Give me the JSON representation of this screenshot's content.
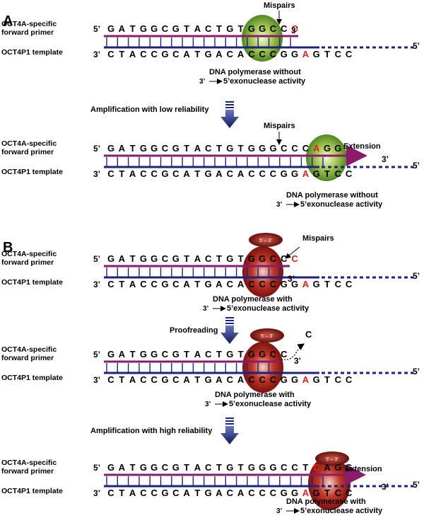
{
  "colors": {
    "primer": "#8b1a6b",
    "template": "#1a237e",
    "mismatch": "#e02020",
    "arrow": "#1a237e",
    "polymerase_green": "#4c8a1e",
    "polymerase_red": "#8c1010"
  },
  "icons": [
    "down-arrow-icon",
    "polymerase-green-icon",
    "polymerase-red-icon",
    "exonuclease-cap-icon"
  ],
  "panels": {
    "a": {
      "letter": "A",
      "step1": {
        "primer_label_1": "OCT4A-specific",
        "primer_label_2": "forward primer",
        "template_label": "OCT4P1 template",
        "primer_5": "5’",
        "primer_seq": "GATGGCGTACTGTGGCCC",
        "primer_3": "3’",
        "template_3": "3’",
        "template_seq": "CTACCGCATGACACCCGGAGTCC",
        "template_5": "5’",
        "mispairs": "Mispairs",
        "enzyme_1": "DNA polymerase without",
        "enzyme_2_a": "3’",
        "enzyme_2_b": "5’exonuclease activity"
      },
      "transition": "Amplification with low reliability",
      "step2": {
        "primer_label_1": "OCT4A-specific",
        "primer_label_2": "forward primer",
        "template_label": "OCT4P1 template",
        "primer_5": "5’",
        "primer_seq": "GATGGCGTACTGTGGGCCCAGG",
        "primer_3": "3’",
        "template_3": "3’",
        "template_seq": "CTACCGCATGACACCCGGAGTCC",
        "template_5": "5’",
        "mispairs": "Mispairs",
        "extension": "Extension",
        "enzyme_1": "DNA polymerase without",
        "enzyme_2_a": "3’",
        "enzyme_2_b": "5’exonuclease activity"
      }
    },
    "b": {
      "letter": "B",
      "step1": {
        "primer_label_1": "OCT4A-specific",
        "primer_label_2": "forward primer",
        "template_label": "OCT4P1 template",
        "primer_5": "5’",
        "primer_seq": "GATGGCGTACTGTGGCCC",
        "primer_3": "3’",
        "template_3": "3’",
        "template_seq": "CTACCGCATGACACCCGGAGTCC",
        "template_5": "5’",
        "mispairs": "Mispairs",
        "enzyme_1": "DNA polymerase with",
        "enzyme_2_a": "3’",
        "enzyme_2_b": "5’exonuclease activity"
      },
      "transition1": "Proofreading",
      "step2": {
        "primer_label_1": "OCT4A-specific",
        "primer_label_2": "forward primer",
        "template_label": "OCT4P1 template",
        "primer_5": "5’",
        "primer_seq": "GATGGCGTACTGTGGCC",
        "primer_3": "3’",
        "removed_base": "C",
        "template_3": "3’",
        "template_seq": "CTACCGCATGACACCCGGAGTCC",
        "template_5": "5’",
        "enzyme_1": "DNA polymerase with",
        "enzyme_2_a": "3’",
        "enzyme_2_b": "5’exonuclease activity"
      },
      "transition2": "Amplification with high reliability",
      "step3": {
        "primer_label_1": "OCT4A-specific",
        "primer_label_2": "forward primer",
        "template_label": "OCT4P1 template",
        "primer_5": "5’",
        "primer_seq": "GATGGCGTACTGTGGGCCTCAGG",
        "primer_3": "3’",
        "template_3": "3’",
        "template_seq": "CTACCGCATGACACCCGGAGTCC",
        "template_5": "5’",
        "extension": "Extension",
        "enzyme_1": "DNA polymerase with",
        "enzyme_2_a": "3’",
        "enzyme_2_b": "5’exonuclease activity"
      }
    }
  }
}
